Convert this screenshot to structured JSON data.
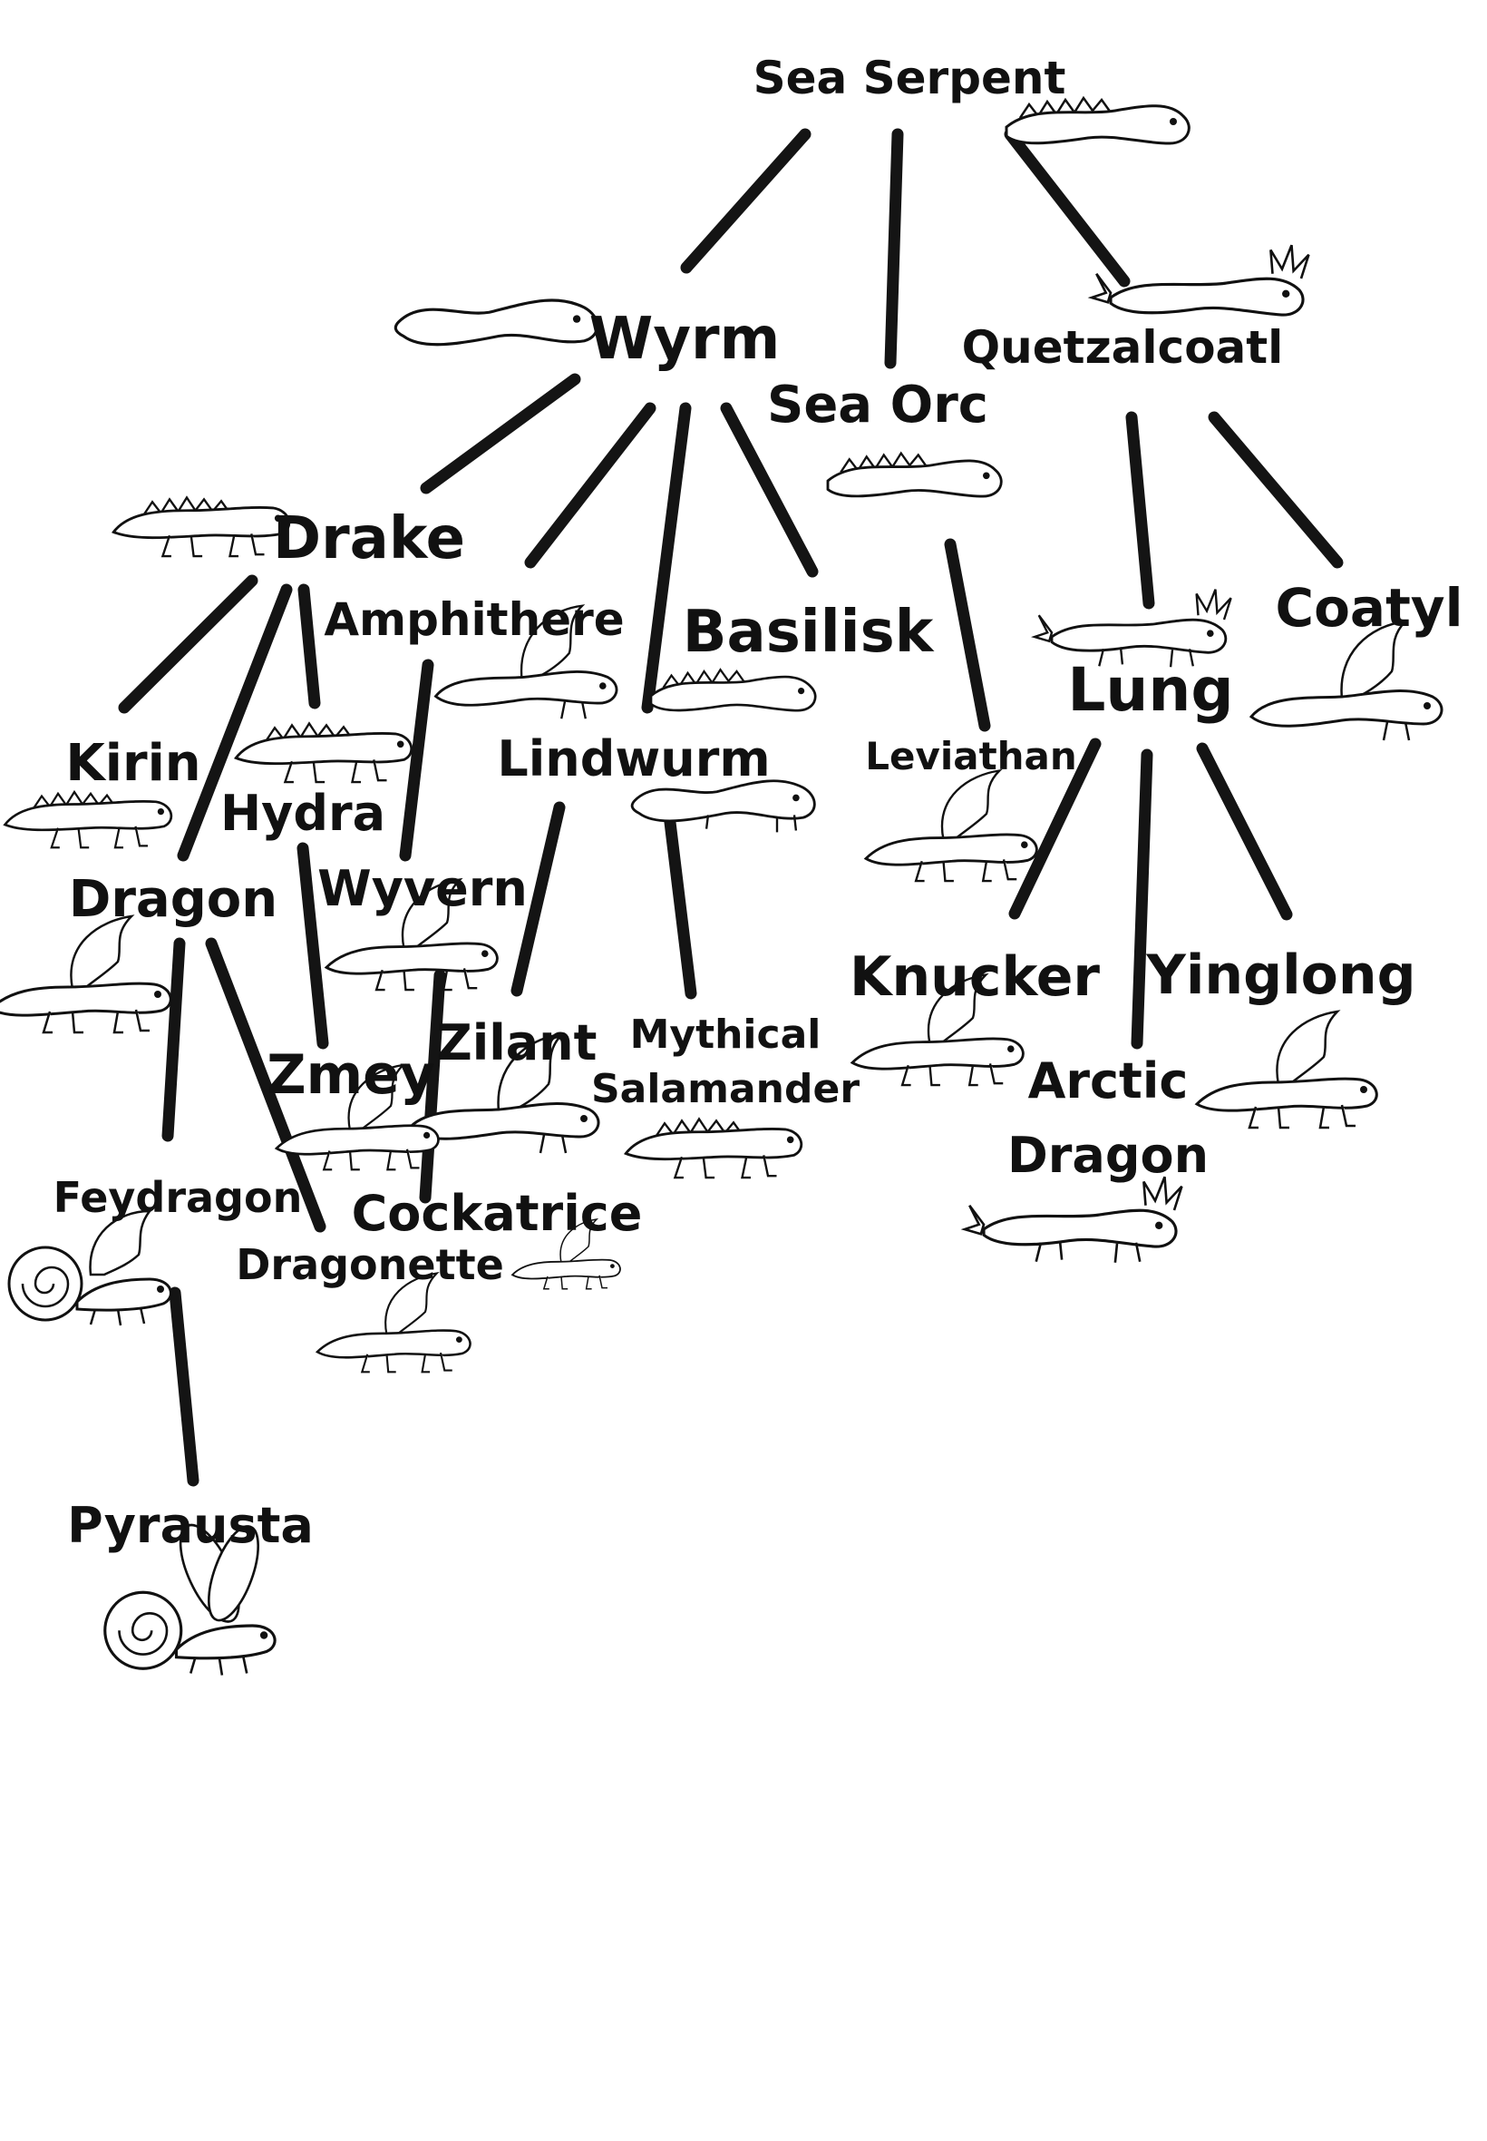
{
  "diagram": {
    "nodes": [
      {
        "id": "sea_serpent",
        "lines": [
          "Sea Serpent"
        ]
      },
      {
        "id": "wyrm",
        "lines": [
          "Wyrm"
        ]
      },
      {
        "id": "sea_orc",
        "lines": [
          "Sea Orc"
        ]
      },
      {
        "id": "quetzalcoatl",
        "lines": [
          "Quetzalcoatl"
        ]
      },
      {
        "id": "drake",
        "lines": [
          "Drake"
        ]
      },
      {
        "id": "amphithere",
        "lines": [
          "Amphithere"
        ]
      },
      {
        "id": "basilisk",
        "lines": [
          "Basilisk"
        ]
      },
      {
        "id": "lindwurm",
        "lines": [
          "Lindwurm"
        ]
      },
      {
        "id": "leviathan",
        "lines": [
          "Leviathan"
        ]
      },
      {
        "id": "lung",
        "lines": [
          "Lung"
        ]
      },
      {
        "id": "coatyl",
        "lines": [
          "Coatyl"
        ]
      },
      {
        "id": "kirin",
        "lines": [
          "Kirin"
        ]
      },
      {
        "id": "hydra",
        "lines": [
          "Hydra"
        ]
      },
      {
        "id": "dragon",
        "lines": [
          "Dragon"
        ]
      },
      {
        "id": "wyvern",
        "lines": [
          "Wyvern"
        ]
      },
      {
        "id": "zilant",
        "lines": [
          "Zilant"
        ]
      },
      {
        "id": "mythical_salamander",
        "lines": [
          "Mythical",
          "Salamander"
        ]
      },
      {
        "id": "knucker",
        "lines": [
          "Knucker"
        ]
      },
      {
        "id": "yinglong",
        "lines": [
          "Yinglong"
        ]
      },
      {
        "id": "arctic_dragon",
        "lines": [
          "Arctic",
          "Dragon"
        ]
      },
      {
        "id": "zmey",
        "lines": [
          "Zmey"
        ]
      },
      {
        "id": "feydragon",
        "lines": [
          "Feydragon"
        ]
      },
      {
        "id": "cockatrice",
        "lines": [
          "Cockatrice"
        ]
      },
      {
        "id": "dragonette",
        "lines": [
          "Dragonette"
        ]
      },
      {
        "id": "pyrausta",
        "lines": [
          "Pyrausta"
        ]
      }
    ],
    "edges": [
      [
        "sea_serpent",
        "wyrm"
      ],
      [
        "sea_serpent",
        "sea_orc"
      ],
      [
        "sea_serpent",
        "quetzalcoatl"
      ],
      [
        "wyrm",
        "drake"
      ],
      [
        "wyrm",
        "amphithere"
      ],
      [
        "wyrm",
        "lindwurm"
      ],
      [
        "wyrm",
        "basilisk"
      ],
      [
        "sea_orc",
        "leviathan"
      ],
      [
        "quetzalcoatl",
        "lung"
      ],
      [
        "quetzalcoatl",
        "coatyl"
      ],
      [
        "drake",
        "kirin"
      ],
      [
        "drake",
        "dragon"
      ],
      [
        "drake",
        "hydra"
      ],
      [
        "amphithere",
        "wyvern"
      ],
      [
        "lindwurm",
        "zilant"
      ],
      [
        "lindwurm",
        "mythical_salamander"
      ],
      [
        "lung",
        "knucker"
      ],
      [
        "lung",
        "arctic_dragon"
      ],
      [
        "lung",
        "yinglong"
      ],
      [
        "hydra",
        "zmey"
      ],
      [
        "dragon",
        "feydragon"
      ],
      [
        "dragon",
        "dragonette"
      ],
      [
        "wyvern",
        "cockatrice"
      ],
      [
        "feydragon",
        "pyrausta"
      ]
    ]
  }
}
